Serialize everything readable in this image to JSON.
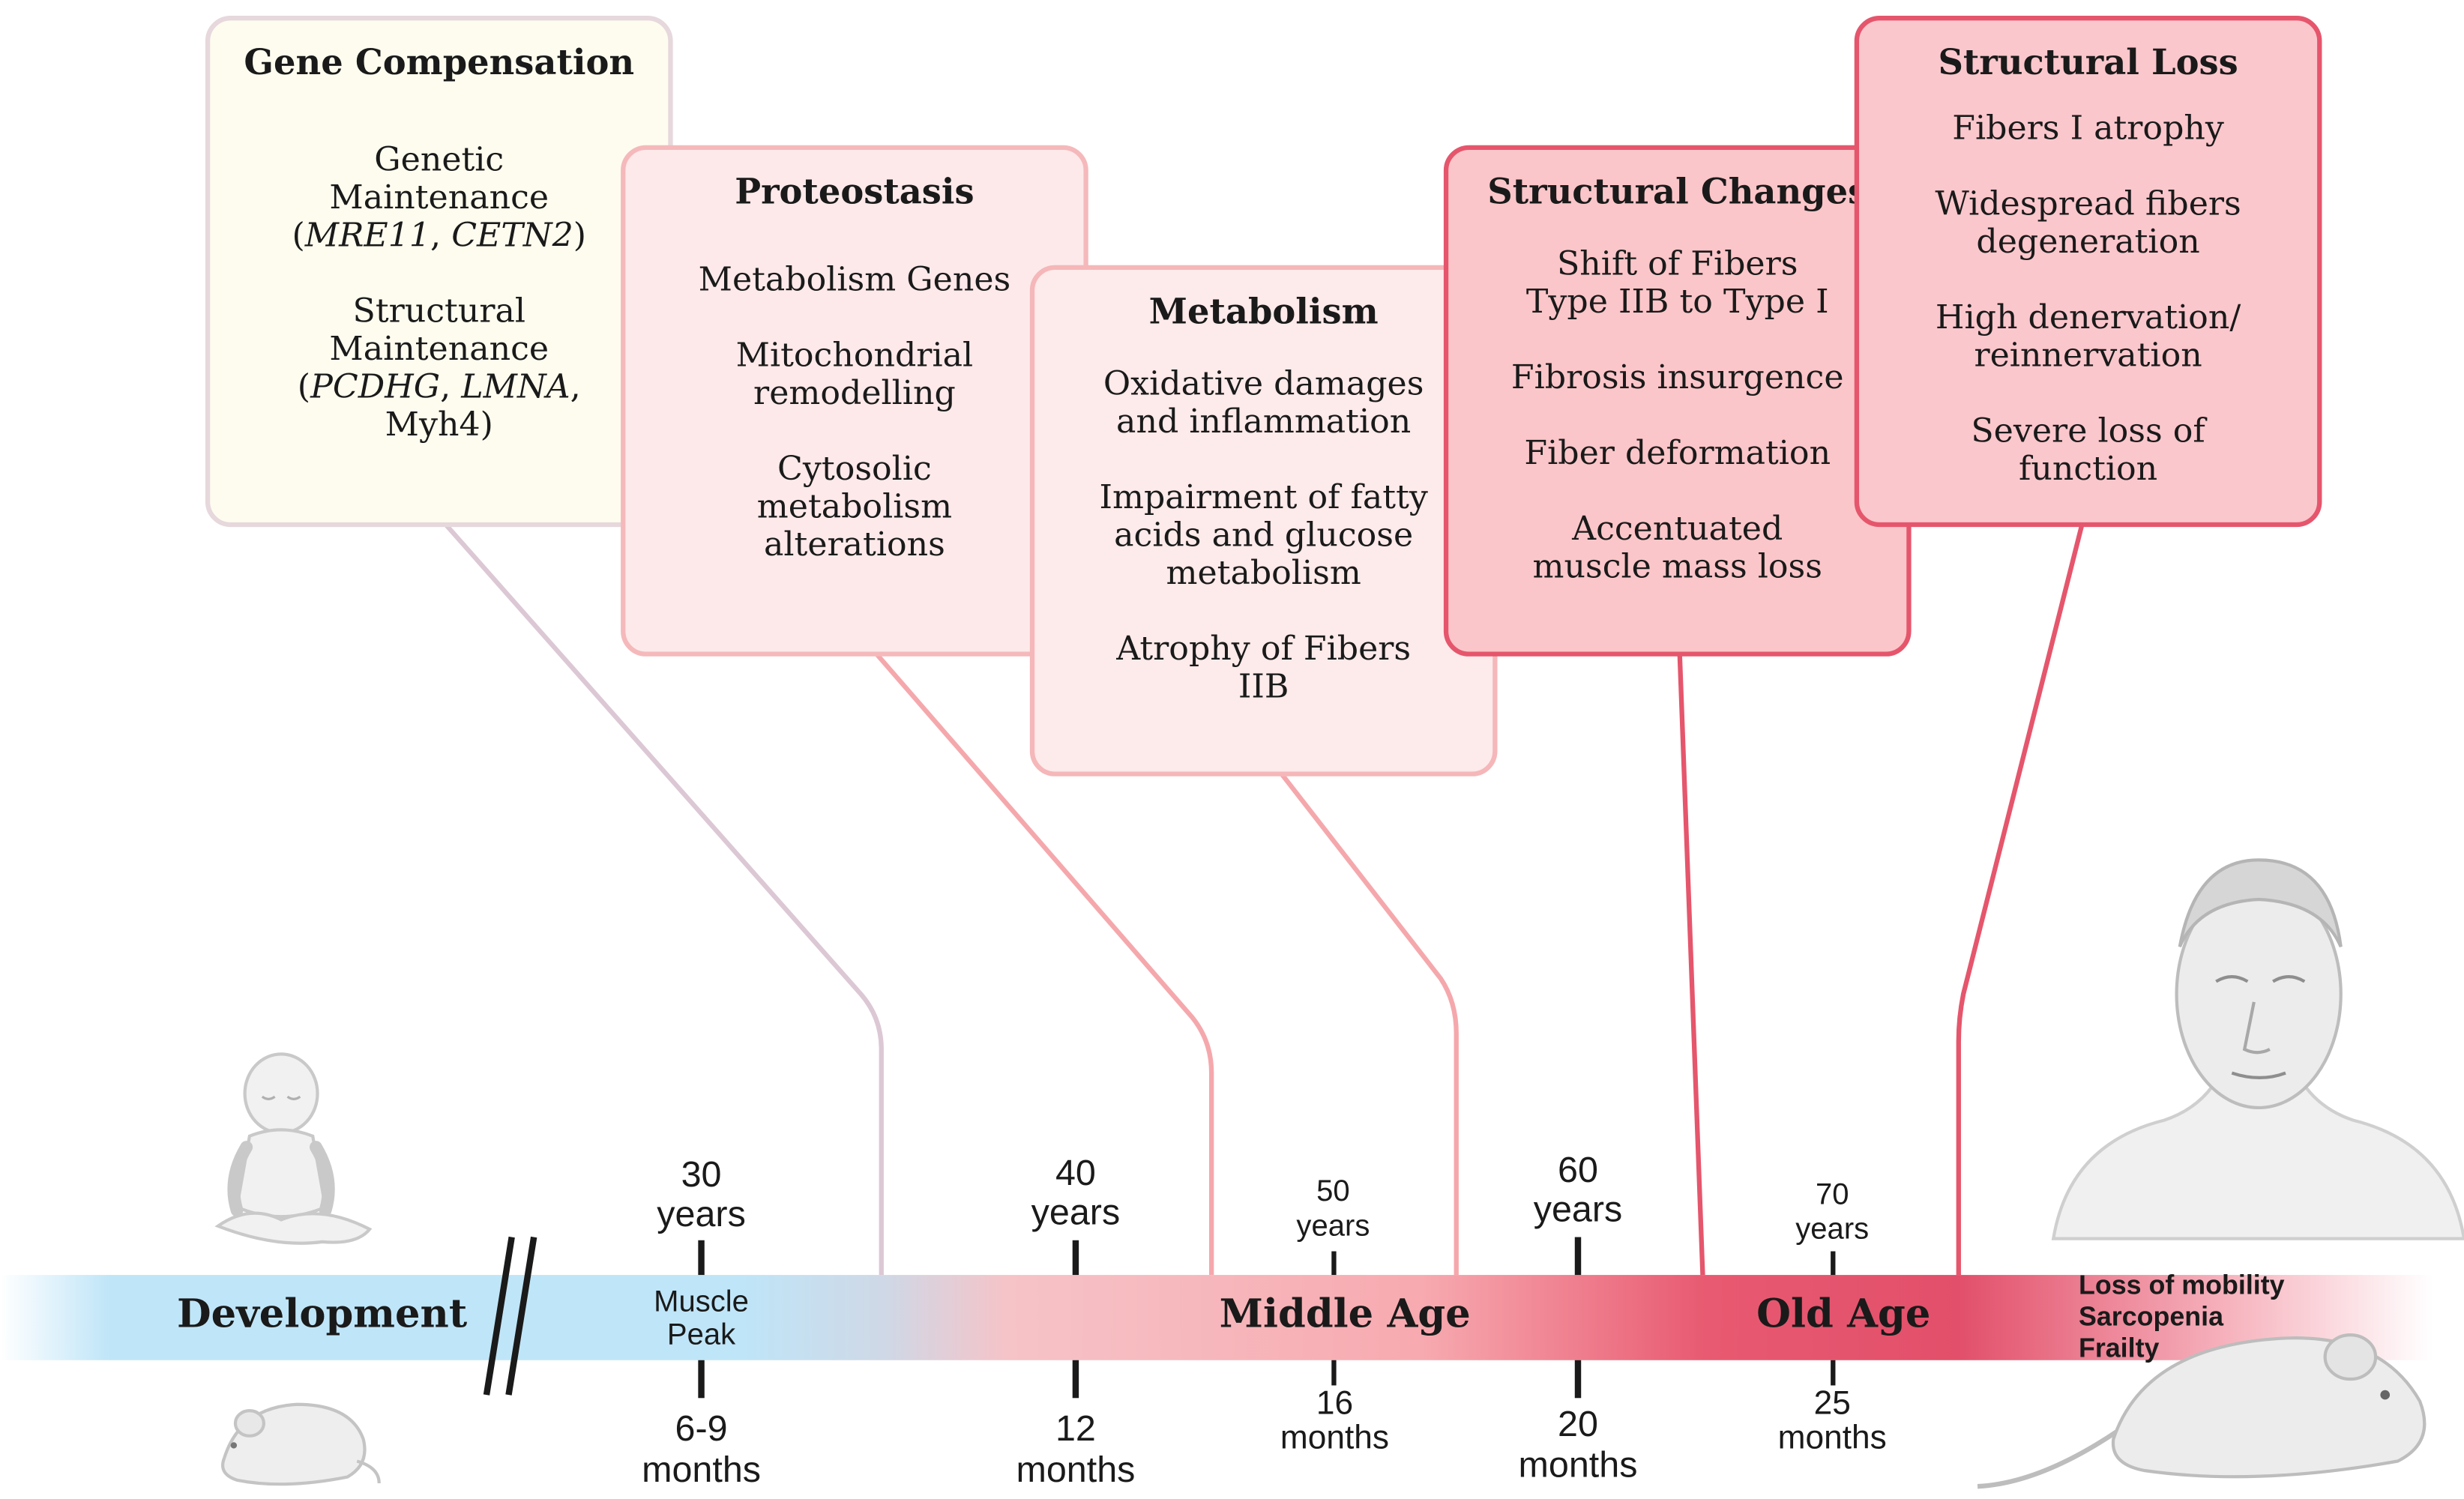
{
  "boxes": {
    "gene": {
      "title": "Gene Compensation",
      "item1_a": "Genetic",
      "item1_b": "Maintenance",
      "item1_g1": "MRE11",
      "item1_g2": "CETN2",
      "item2_a": "Structural",
      "item2_b": "Maintenance",
      "item2_g1": "PCDHG",
      "item2_g2": "LMNA",
      "item2_g3": "Myh4"
    },
    "proteo": {
      "title": "Proteostasis",
      "items": [
        "Metabolism Genes",
        "Mitochondrial remodelling",
        "Cytosolic metabolism alterations"
      ]
    },
    "metab": {
      "title": "Metabolism",
      "items": [
        "Oxidative damages and inflammation",
        "Impairment of fatty acids and glucose metabolism",
        "Atrophy of Fibers IIB"
      ]
    },
    "struct": {
      "title": "Structural Changes",
      "items": [
        "Shift of Fibers Type IIB to Type I",
        "Fibrosis insurgence",
        "Fiber deformation",
        "Accentuated muscle mass loss"
      ]
    },
    "loss": {
      "title": "Structural Loss",
      "items": [
        "Fibers I atrophy",
        "Widespread fibers degeneration",
        "High denervation/ reinnervation",
        "Severe loss of function"
      ]
    }
  },
  "timeline": {
    "stages": {
      "development": "Development",
      "middle": "Middle Age",
      "old": "Old Age"
    },
    "peak": {
      "line1": "Muscle",
      "line2": "Peak"
    },
    "human": [
      {
        "num": "30",
        "unit": "years"
      },
      {
        "num": "40",
        "unit": "years"
      },
      {
        "num": "50",
        "unit": "years"
      },
      {
        "num": "60",
        "unit": "years"
      },
      {
        "num": "70",
        "unit": "years"
      }
    ],
    "mouse": [
      {
        "num": "6-9",
        "unit": "months"
      },
      {
        "num": "12",
        "unit": "months"
      },
      {
        "num": "16",
        "unit": "months"
      },
      {
        "num": "20",
        "unit": "months"
      },
      {
        "num": "25",
        "unit": "months"
      }
    ],
    "outcomes": [
      "Loss of mobility",
      "Sarcopenia",
      "Frailty"
    ]
  },
  "colors": {
    "development": "#bfe5f8",
    "middle": "#f7aab0",
    "old": "#e24f6a",
    "gene_border": "#e6d8dc",
    "struct_border": "#e5566c"
  }
}
